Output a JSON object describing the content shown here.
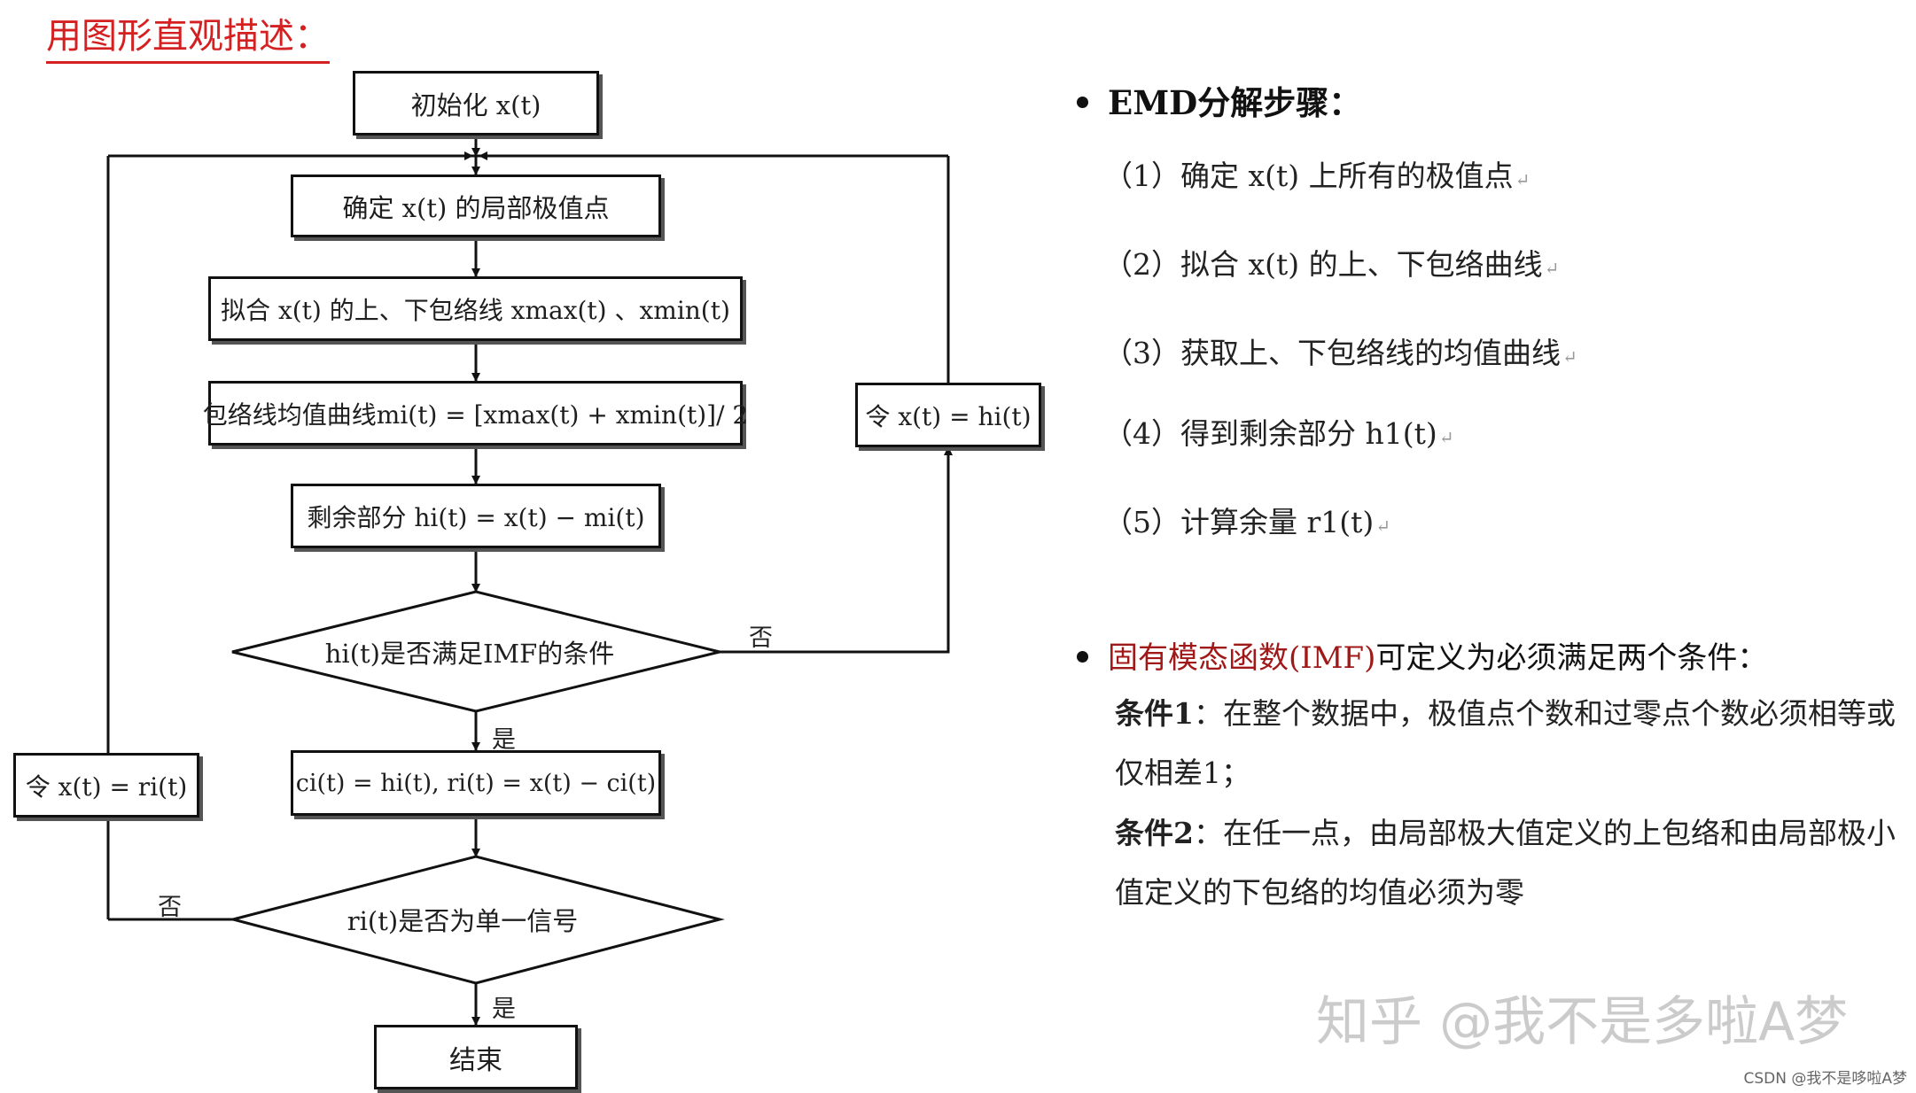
{
  "heading": "用图形直观描述：",
  "flowchart": {
    "init": "初始化 x(t)",
    "find_extrema": "确定 x(t) 的局部极值点",
    "fit_envelope": "拟合 x(t) 的上、下包络线 xmax(t) 、xmin(t)",
    "mean_curve": "包络线均值曲线mi(t) = [xmax(t) + xmin(t)]/ 2",
    "remainder": "剩余部分 hi(t) = x(t) − mi(t)",
    "imf_check": "hi(t)是否满足IMF的条件",
    "set_h": "令 x(t) = hi(t)",
    "extract": "ci(t) = hi(t), ri(t) = x(t) − ci(t)",
    "set_r": "令 x(t) = ri(t)",
    "single_check": "ri(t)是否为单一信号",
    "end": "结束",
    "no_1": "否",
    "yes_1": "是",
    "no_2": "否",
    "yes_2": "是"
  },
  "emd": {
    "title": "EMD分解步骤：",
    "steps": [
      "（1）确定 x(t) 上所有的极值点",
      "（2）拟合 x(t) 的上、下包络曲线",
      "（3）获取上、下包络线的均值曲线",
      "（4）得到剩余部分 h1(t)",
      "（5）计算余量 r1(t)"
    ],
    "return_mark": "↵"
  },
  "imf": {
    "title_red": "固有模态函数(IMF)",
    "title_rest": "可定义为必须满足两个条件：",
    "cond1_label": "条件1",
    "cond1_text": "：在整个数据中，极值点个数和过零点个数必须相等或仅相差1；",
    "cond2_label": "条件2",
    "cond2_text": "：在任一点，由局部极大值定义的上包络和由局部极小值定义的下包络的均值必须为零"
  },
  "watermark": "知乎 @我不是多啦A梦",
  "credit": "CSDN @我不是哆啦A梦"
}
